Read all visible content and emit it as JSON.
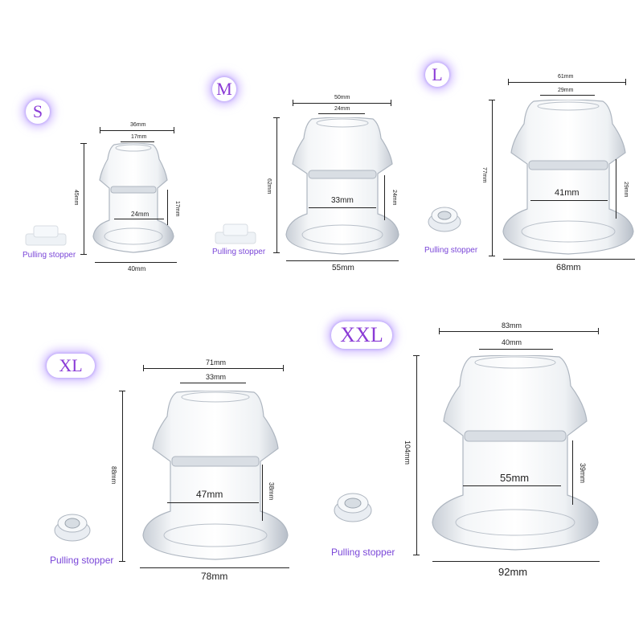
{
  "sizes": [
    {
      "name": "S",
      "top_width": "36mm",
      "inner_top": "17mm",
      "height": "45mm",
      "inner_bottom": "24mm",
      "ring_height": "17mm",
      "base_width": "40mm",
      "stopper": "Pulling stopper"
    },
    {
      "name": "M",
      "top_width": "50mm",
      "inner_top": "24mm",
      "height": "62mm",
      "inner_bottom": "33mm",
      "ring_height": "24mm",
      "base_width": "55mm",
      "stopper": "Pulling stopper"
    },
    {
      "name": "L",
      "top_width": "61mm",
      "inner_top": "29mm",
      "height": "77mm",
      "inner_bottom": "41mm",
      "ring_height": "29mm",
      "base_width": "68mm",
      "stopper": "Pulling stopper"
    },
    {
      "name": "XL",
      "top_width": "71mm",
      "inner_top": "33mm",
      "height": "88mm",
      "inner_bottom": "47mm",
      "ring_height": "38mm",
      "base_width": "78mm",
      "stopper": "Pulling stopper"
    },
    {
      "name": "XXL",
      "top_width": "83mm",
      "inner_top": "40mm",
      "height": "104mm",
      "inner_bottom": "55mm",
      "ring_height": "39mm",
      "base_width": "92mm",
      "stopper": "Pulling stopper"
    }
  ],
  "colors": {
    "badge_text": "#8a3bd6",
    "badge_glow": "#b9a0ff",
    "stopper_text": "#7a46d8",
    "dimension_text": "#222222"
  }
}
